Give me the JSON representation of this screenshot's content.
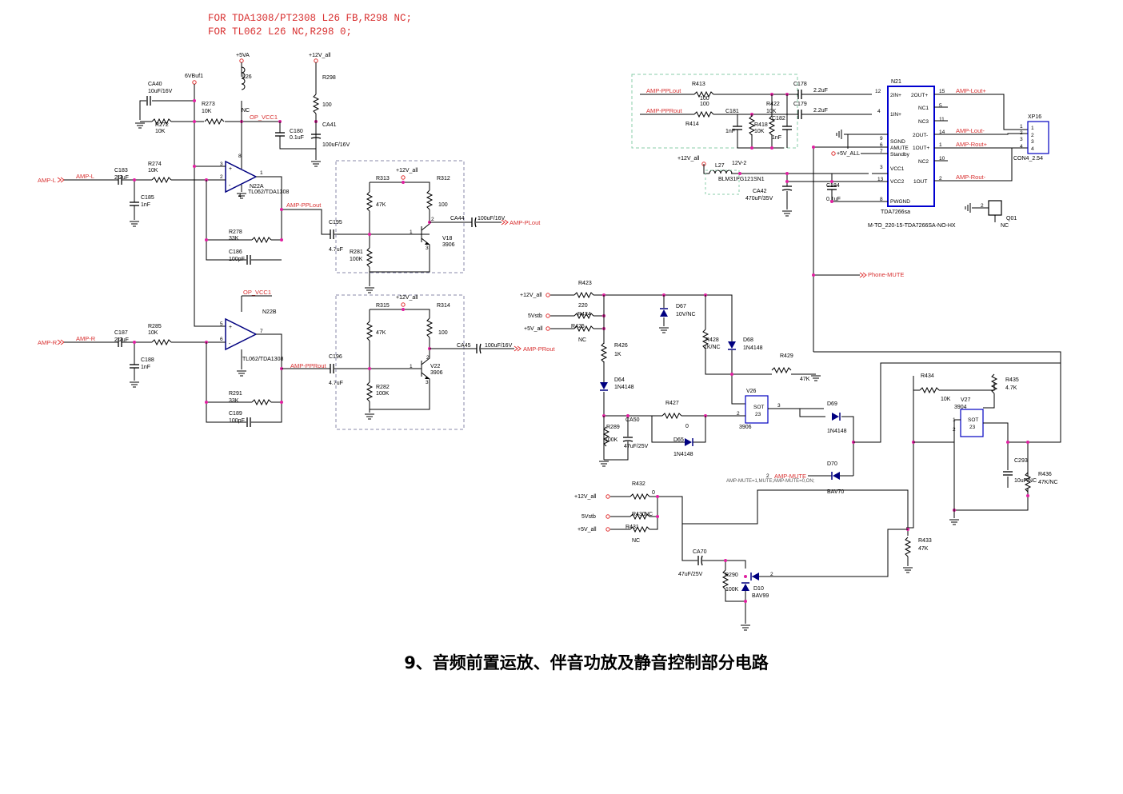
{
  "notes": {
    "line1": "FOR TDA1308/PT2308 L26 FB,R298 NC;",
    "line2": "FOR TL062 L26 NC,R298 0;"
  },
  "caption": "9、音频前置运放、伴音功放及静音控制部分电路",
  "power": {
    "p5va": "+5VA",
    "p12": "+12V_all",
    "p6vbuf": "6VBuf1",
    "opvcc": "OP_VCC1",
    "p12v2": "12V-2",
    "p5vall": "+5V_ALL",
    "p5vstb": "5Vstb",
    "p5v": "+5V_all"
  },
  "nets": {
    "ampL": "AMP-L",
    "ampR": "AMP-R",
    "ampPPLout": "AMP-PPLout",
    "ampPPRout": "AMP-PPRout",
    "ampPLout": "AMP-PLout",
    "ampPRout": "AMP-PRout",
    "ampLoutP": "AMP-Lout+",
    "ampLoutN": "AMP-Lout-",
    "ampRoutP": "AMP-Rout+",
    "ampRoutN": "AMP-Rout-",
    "phoneMute": "Phone-MUTE",
    "ampMute": "AMP-MUTE",
    "muteNote": "AMP-MUTE=1,MUTE;AMP-MUTE=0,ON;"
  },
  "parts": {
    "CA40": [
      "CA40",
      "10uF/16V"
    ],
    "R272": [
      "R272",
      "10K"
    ],
    "R273": [
      "R273",
      "10K"
    ],
    "L26": [
      "L26",
      "NC"
    ],
    "R298": [
      "R298",
      "100"
    ],
    "C180": [
      "C180",
      "0.1uF"
    ],
    "CA41": [
      "CA41",
      "100uF/16V"
    ],
    "C183": [
      "C183",
      "2.2uF"
    ],
    "R274": [
      "R274",
      "10K"
    ],
    "C185": [
      "C185",
      "1nF"
    ],
    "N22A": [
      "N22A",
      "TL062/TDA1308"
    ],
    "R278": [
      "R278",
      "33K"
    ],
    "C186": [
      "C186",
      "100pF"
    ],
    "C195": [
      "C195",
      "4.7uF"
    ],
    "R313": [
      "R313",
      "47K"
    ],
    "R312": [
      "R312",
      "100"
    ],
    "R281": [
      "R281",
      "100K"
    ],
    "V18": [
      "V18",
      "3906"
    ],
    "CA44": [
      "CA44",
      "100uF/16V"
    ],
    "N22B": [
      "N22B",
      "TL062/TDA1308"
    ],
    "C187": [
      "C187",
      "2.2uF"
    ],
    "R285": [
      "R285",
      "10K"
    ],
    "C188": [
      "C188",
      "1nF"
    ],
    "R291": [
      "R291",
      "33K"
    ],
    "C189": [
      "C189",
      "100pF"
    ],
    "C196": [
      "C196",
      "4.7uF"
    ],
    "R315": [
      "R315",
      "47K"
    ],
    "R314": [
      "R314",
      "100"
    ],
    "R282": [
      "R282",
      "100K"
    ],
    "V22": [
      "V22",
      "3906"
    ],
    "CA45": [
      "CA45",
      "100uF/16V"
    ],
    "R413": [
      "R413",
      "100"
    ],
    "R414": [
      "R414",
      "100"
    ],
    "C181": [
      "C181",
      "1nF"
    ],
    "R418": [
      "R418",
      "10K"
    ],
    "R422": [
      "R422",
      "10K"
    ],
    "C182": [
      "C182",
      "1nF"
    ],
    "C178": [
      "C178",
      "2.2uF"
    ],
    "C179": [
      "C179",
      "2.2uF"
    ],
    "N21": [
      "N21",
      "TDA7266sa"
    ],
    "N21pkg": "M-TO_220-15-TDA7266SA-NO-HX",
    "XP16": [
      "XP16",
      "CON4_2.54"
    ],
    "L27": [
      "L27",
      "BLM31PG121SN1"
    ],
    "CA42": [
      "CA42",
      "470uF/35V"
    ],
    "C184": [
      "C184",
      "0.1uF"
    ],
    "Q01": [
      "Q01",
      "NC"
    ],
    "R423": [
      "R423",
      "220"
    ],
    "R424": [
      "R424",
      ""
    ],
    "R425": [
      "R425",
      "NC"
    ],
    "D67": [
      "D67",
      "10V/NC"
    ],
    "R426": [
      "R426",
      "1K"
    ],
    "D64": [
      "D64",
      "1N4148"
    ],
    "R428": [
      "R428",
      "1K/NC"
    ],
    "D68": [
      "D68",
      "1N4148"
    ],
    "R429": [
      "R429",
      "47K"
    ],
    "R427": [
      "R427",
      "0"
    ],
    "V26": [
      "V26",
      "3906"
    ],
    "R289": [
      "R289",
      "100K"
    ],
    "CA50": [
      "CA50",
      "47uF/25V"
    ],
    "D65": [
      "D65",
      "1N4148"
    ],
    "D69": [
      "D69",
      "1N4148"
    ],
    "D70": [
      "D70",
      "BAV70"
    ],
    "R434": [
      "R434",
      "10K"
    ],
    "R435": [
      "R435",
      "4.7K"
    ],
    "V27": [
      "V27",
      "3904"
    ],
    "C293": [
      "C293",
      "10uF/NC"
    ],
    "R436": [
      "R436",
      "47K/NC"
    ],
    "R432": [
      "R432",
      "0"
    ],
    "R430": [
      "R430",
      "NC"
    ],
    "R431": [
      "R431",
      "NC"
    ],
    "R433": [
      "R433",
      "47K"
    ],
    "CA70": [
      "CA70",
      "47uF/25V"
    ],
    "R290": [
      "R290",
      "100K"
    ],
    "D10": [
      "D10",
      "BAV99"
    ]
  },
  "ic": {
    "amp": [
      "+",
      "-"
    ],
    "sot": [
      "SOT",
      "23"
    ],
    "n21pins": [
      "2IN+",
      "1IN+",
      "SGND",
      "AMUTE",
      "Standby",
      "VCC1",
      "VCC2",
      "PWGND",
      "2OUT+",
      "NC1",
      "NC3",
      "2OUT-",
      "1OUT+",
      "NC2",
      "1OUT"
    ],
    "pinnums": [
      "1",
      "2",
      "3",
      "4",
      "5",
      "6",
      "7",
      "8",
      "9",
      "10",
      "11",
      "12",
      "13",
      "14",
      "15"
    ]
  }
}
